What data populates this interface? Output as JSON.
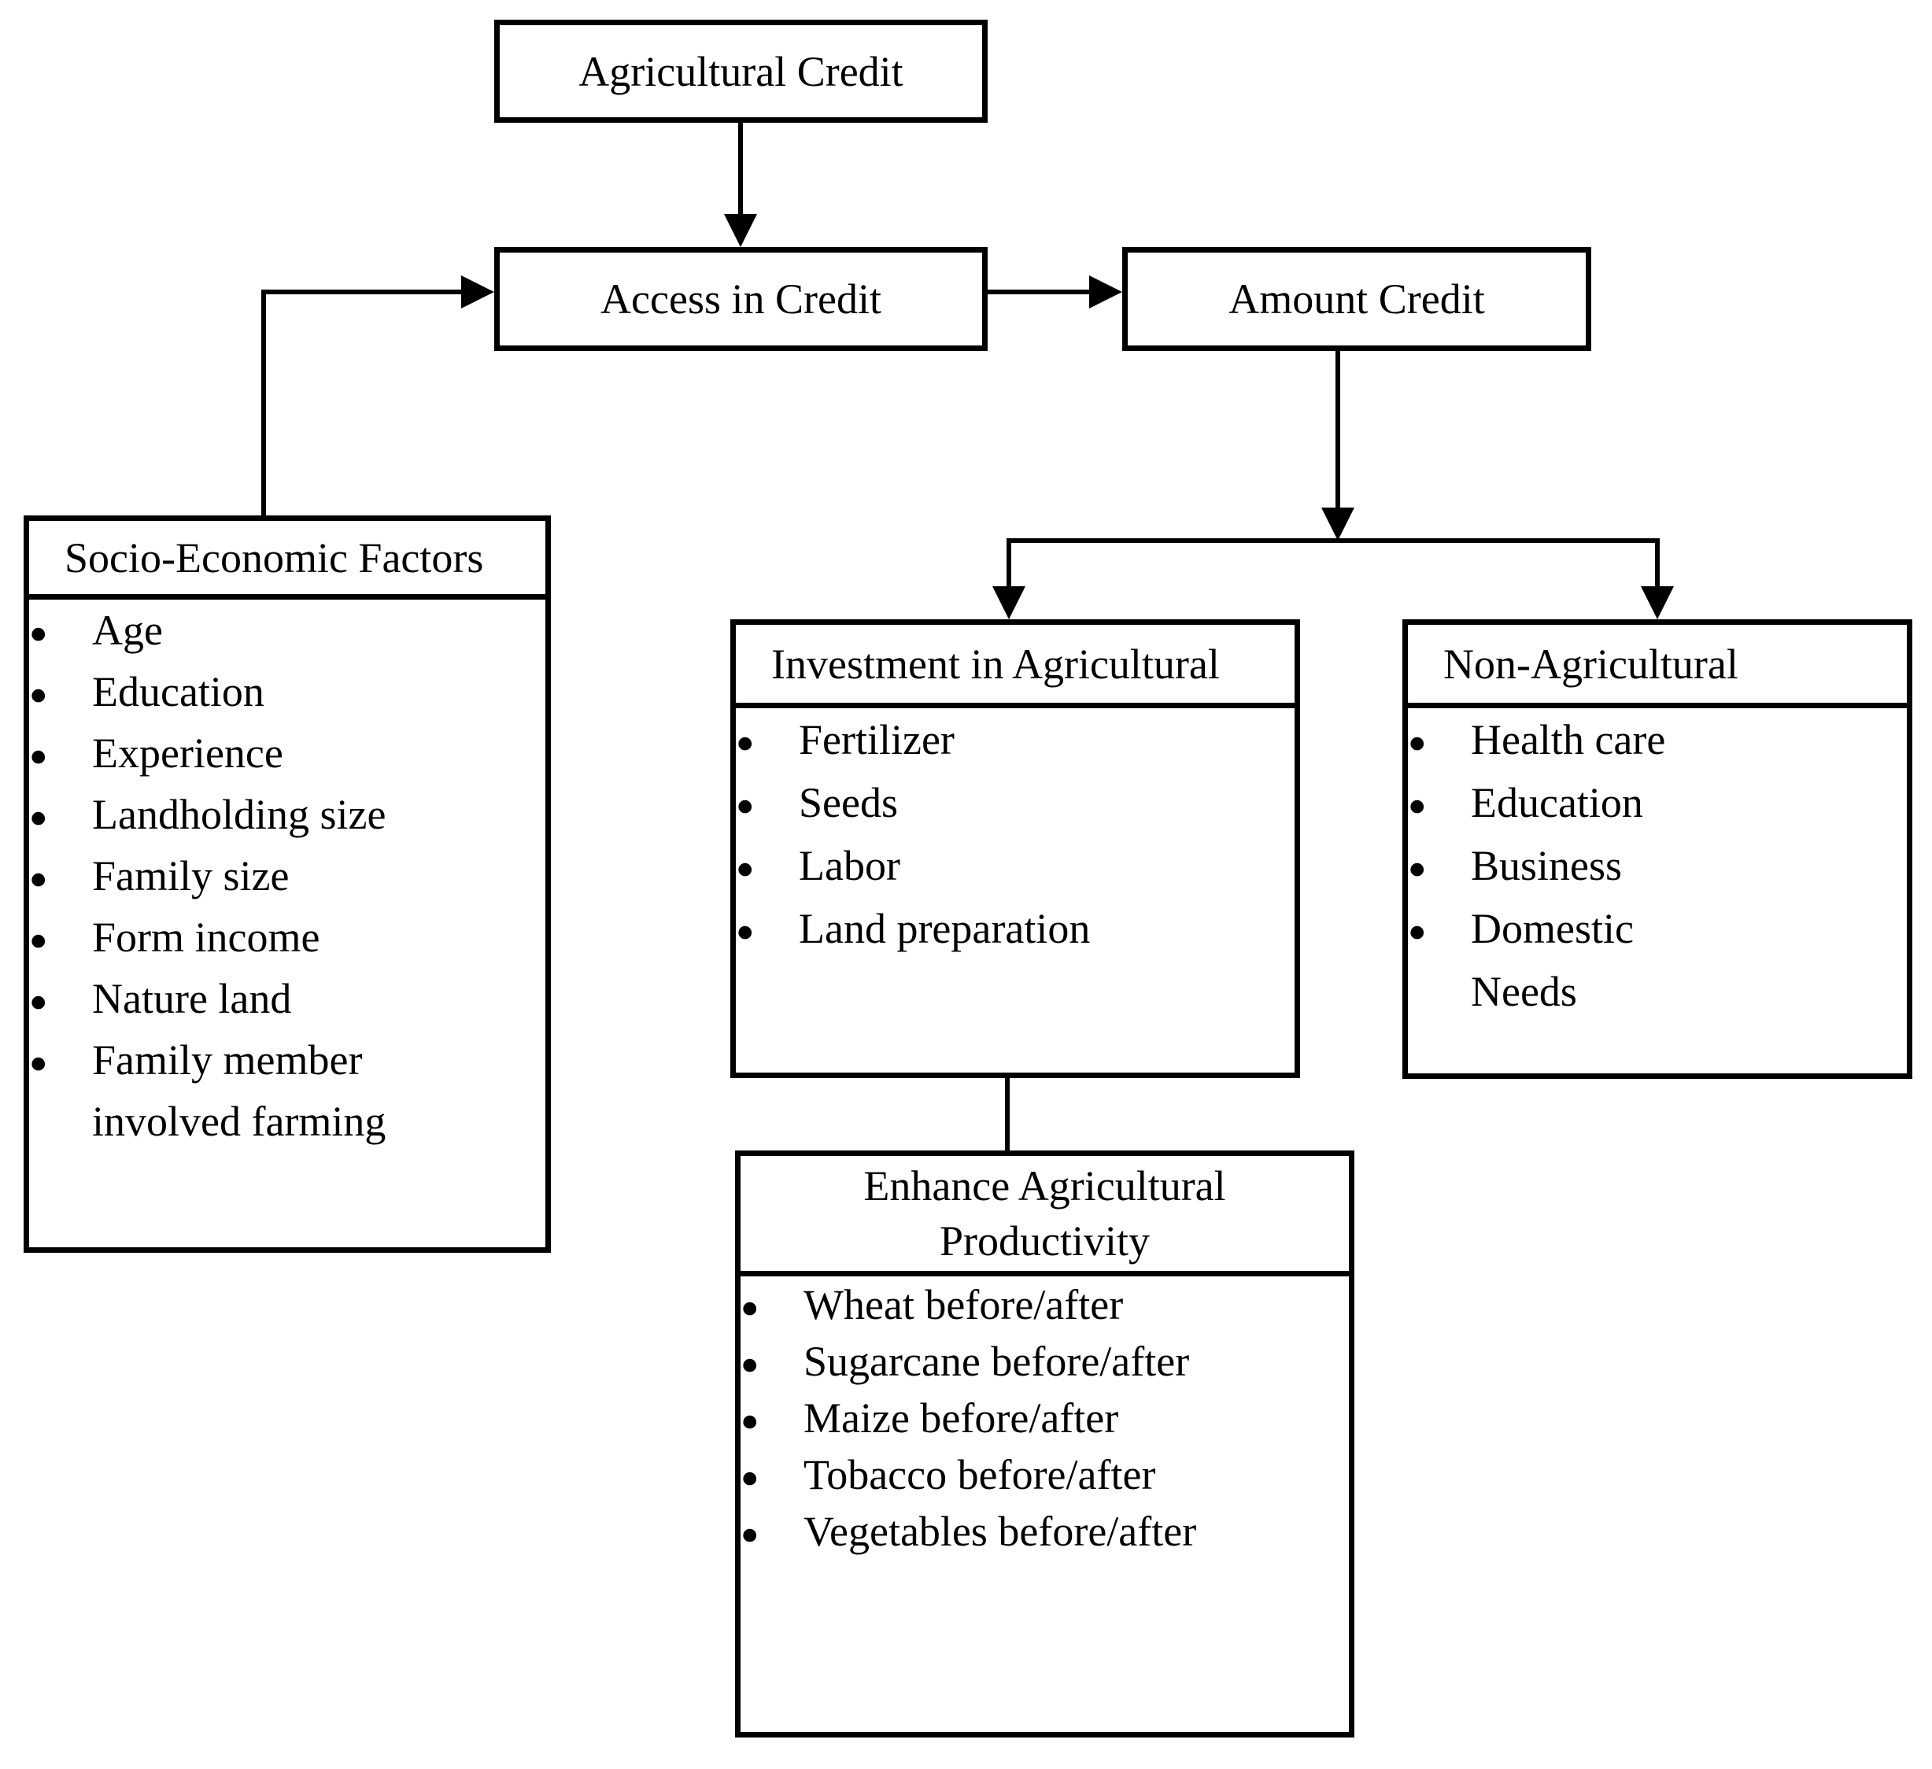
{
  "diagram": {
    "title": "Agricultural credit conceptual framework flowchart",
    "colors": {
      "line": "#000000",
      "background": "#ffffff",
      "box_fill": "#ffffff"
    },
    "nodes": {
      "agricultural_credit": {
        "label": "Agricultural Credit"
      },
      "access_in_credit": {
        "label": "Access in Credit"
      },
      "amount_credit": {
        "label": "Amount Credit"
      },
      "socio_economic": {
        "title": "Socio-Economic Factors",
        "items": [
          "Age",
          "Education",
          "Experience",
          "Landholding size",
          "Family size",
          "Form income",
          "Nature land",
          "Family member involved farming"
        ]
      },
      "investment": {
        "title": "Investment in Agricultural",
        "items": [
          "Fertilizer",
          "Seeds",
          "Labor",
          "Land preparation"
        ]
      },
      "non_agricultural": {
        "title": "Non-Agricultural",
        "items": [
          "Health care",
          "Education",
          "Business",
          "Domestic Needs"
        ]
      },
      "enhance": {
        "title": "Enhance Agricultural Productivity",
        "items": [
          "Wheat before/after",
          "Sugarcane before/after",
          "Maize before/after",
          "Tobacco before/after",
          "Vegetables before/after"
        ]
      }
    },
    "edges": [
      "agricultural_credit -> access_in_credit",
      "socio_economic -> access_in_credit",
      "access_in_credit -> amount_credit",
      "amount_credit -> investment",
      "amount_credit -> non_agricultural",
      "investment -> enhance"
    ]
  }
}
